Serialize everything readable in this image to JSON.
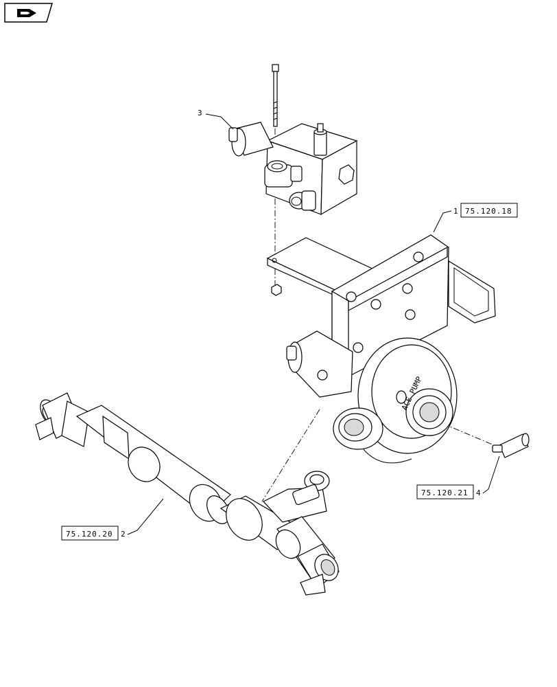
{
  "nav_icon": "page-corner-badge-icon",
  "parts": [
    {
      "item": "1",
      "ref": "75.120.18"
    },
    {
      "item": "2",
      "ref": "75.120.20"
    },
    {
      "item": "3",
      "ref": ""
    },
    {
      "item": "4",
      "ref": "75.120.21"
    }
  ],
  "pump_text": "ACE PUMP"
}
